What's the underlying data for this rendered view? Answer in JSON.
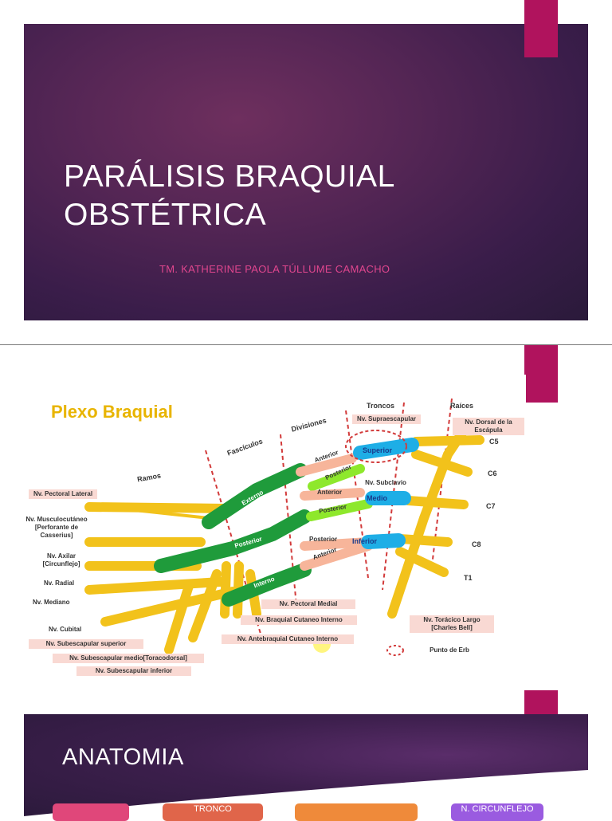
{
  "slide1": {
    "title_line1": "PARÁLISIS BRAQUIAL",
    "title_line2": "OBSTÉTRICA",
    "subtitle": "TM. KATHERINE PAOLA TÚLLUME CAMACHO"
  },
  "slide2": {
    "title": "Plexo Braquial",
    "headers": {
      "troncos": "Troncos",
      "raices": "Raíces",
      "divisiones": "Divisiones",
      "fasciculos": "Fascículos",
      "ramos": "Ramos"
    },
    "roots": [
      "C5",
      "C6",
      "C7",
      "C8",
      "T1"
    ],
    "trunks": [
      "Superior",
      "Medio",
      "Inferior"
    ],
    "divisions": [
      "Anterior",
      "Posterior",
      "Anterior",
      "Posterior",
      "Posterior",
      "Anterior"
    ],
    "cords": [
      "Externo",
      "Posterior",
      "Interno"
    ],
    "nerves_left": [
      "Nv. Pectoral Lateral",
      "Nv. Musculocutáneo [Perforante de Casserius]",
      "Nv. Axilar [Circunflejo]",
      "Nv. Radial",
      "Nv. Mediano",
      "Nv. Cubital",
      "Nv. Subescapular superior",
      "Nv. Subescapular medio[Toracodorsal]",
      "Nv. Subescapular inferior"
    ],
    "nerves_other": {
      "supraescapular": "Nv. Supraescapular",
      "dorsal": "Nv. Dorsal de la Escápula",
      "subclavio": "Nv. Subclavio",
      "pectoral_medial": "Nv. Pectoral Medial",
      "braquial_cutaneo": "Nv. Braquial Cutaneo Interno",
      "antebraquial": "Nv. Antebraquial Cutaneo Interno",
      "toracico": "Nv. Torácico Largo [Charles Bell]",
      "erb": "Punto de Erb"
    }
  },
  "slide3": {
    "title": "ANATOMIA",
    "buttons": [
      "",
      "TRONCO",
      "",
      "N. CIRCUNFLEJO"
    ]
  },
  "colors": {
    "accent": "#b0135d",
    "subtitle": "#e0468e",
    "trunk": "#1eaee6",
    "cord": "#1f9b3b",
    "root": "#f2c21b",
    "division": "#8ee82c"
  }
}
